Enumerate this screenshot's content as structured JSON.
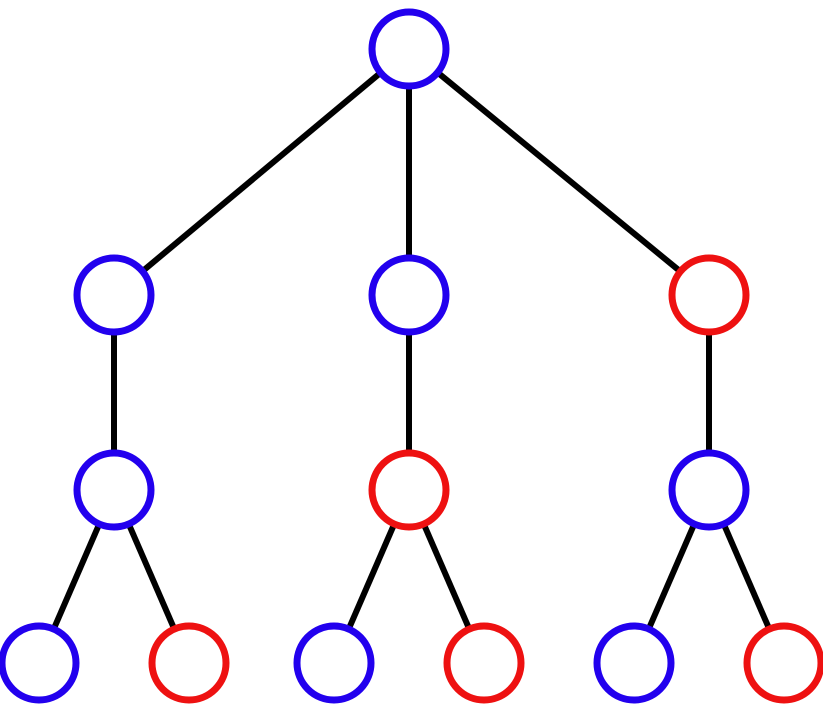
{
  "colors": {
    "background": "#ffffff",
    "edge": "#000000",
    "blue": "#2200ee",
    "red": "#ee1111"
  },
  "tree": {
    "root": {
      "color": "blue",
      "children": [
        {
          "color": "blue",
          "children": [
            {
              "color": "blue",
              "children": [
                {
                  "color": "blue",
                  "children": []
                },
                {
                  "color": "red",
                  "children": []
                }
              ]
            }
          ]
        },
        {
          "color": "blue",
          "children": [
            {
              "color": "red",
              "children": [
                {
                  "color": "blue",
                  "children": []
                },
                {
                  "color": "red",
                  "children": []
                }
              ]
            }
          ]
        },
        {
          "color": "red",
          "children": [
            {
              "color": "blue",
              "children": [
                {
                  "color": "blue",
                  "children": []
                },
                {
                  "color": "red",
                  "children": []
                }
              ]
            }
          ]
        }
      ]
    }
  }
}
